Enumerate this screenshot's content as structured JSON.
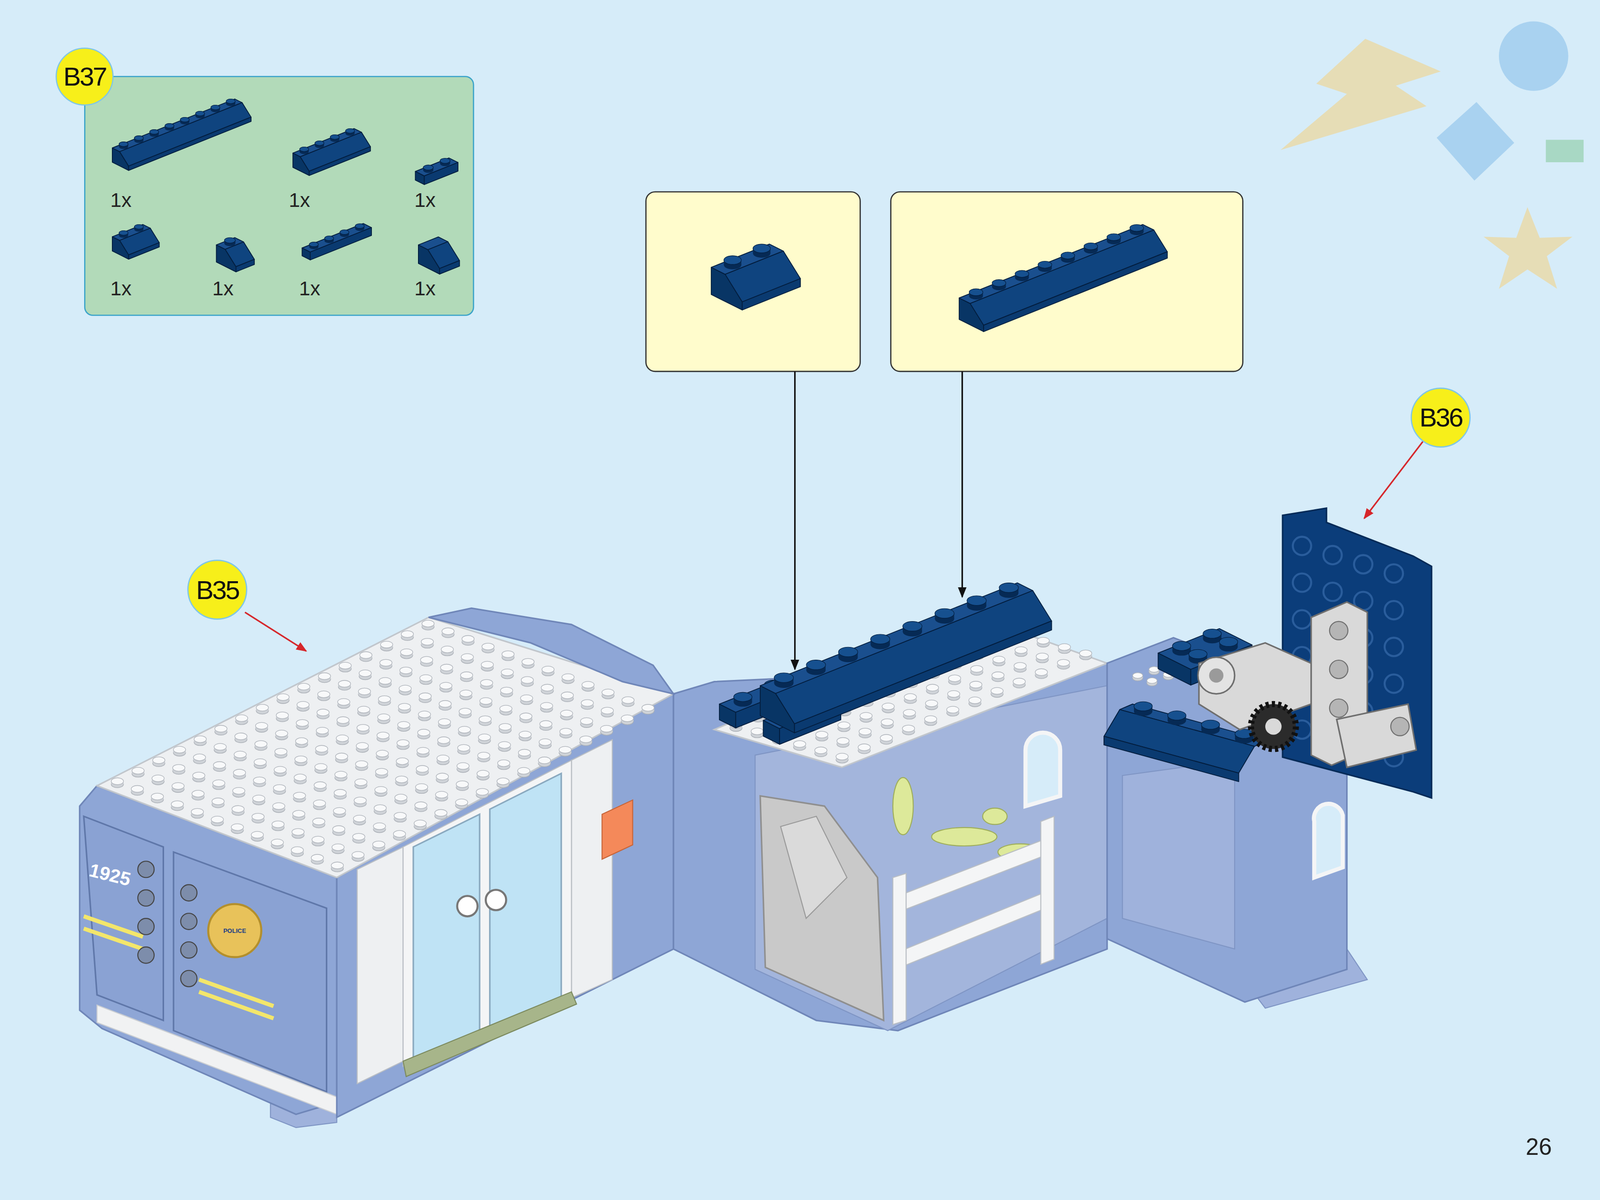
{
  "diagram": {
    "nodes": [
      {
        "text": [
          "B37"
        ]
      },
      {
        "text": [
          "1x",
          "1x",
          "1x",
          "1x",
          "1x",
          "1x",
          "1x"
        ]
      },
      {
        "text": [
          "B35"
        ]
      },
      {
        "text": [
          "B36"
        ]
      }
    ],
    "labels": [
      "1925",
      "POLICE",
      "26"
    ]
  }
}
